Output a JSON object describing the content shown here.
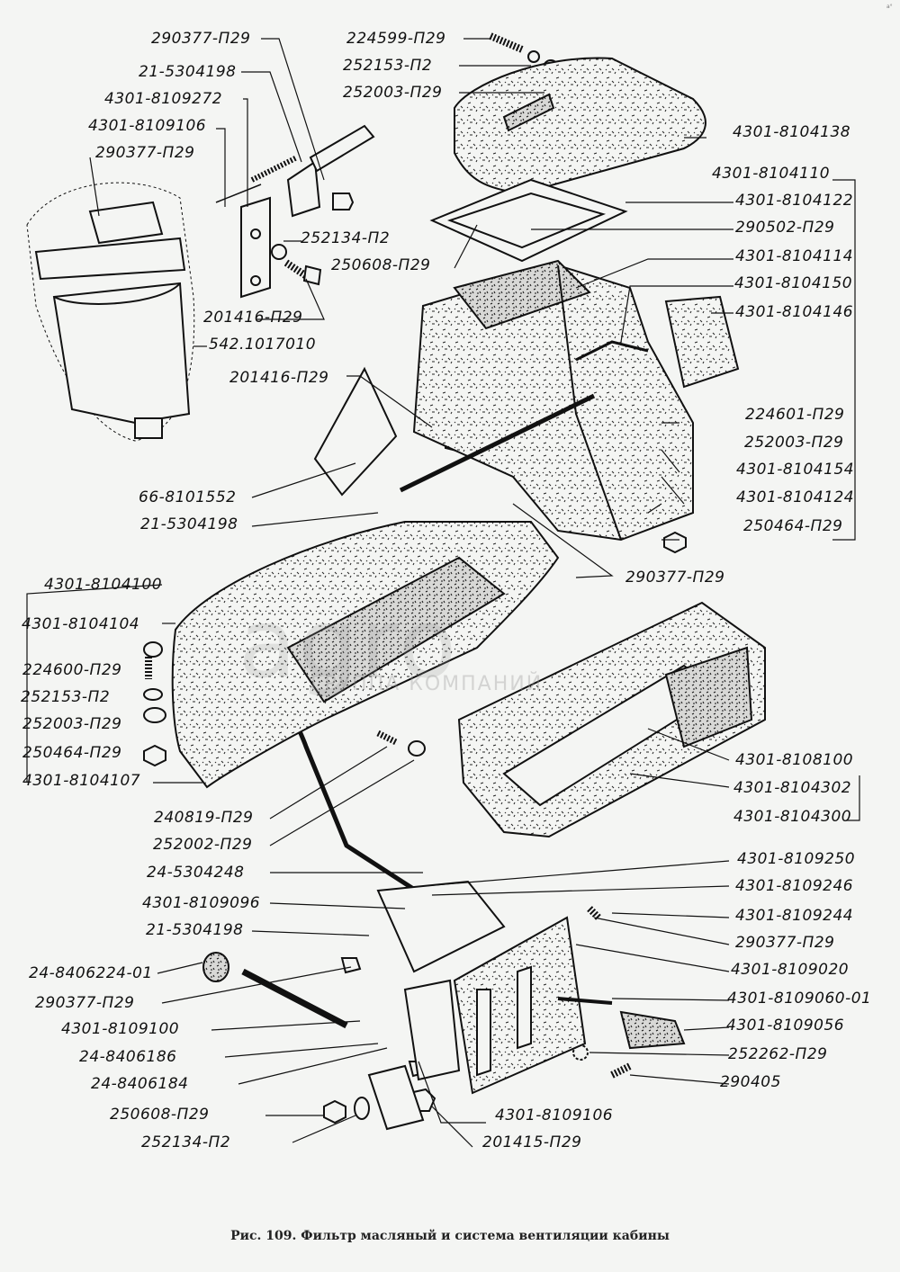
{
  "figure": {
    "caption": "Рис. 109.  Фильтр масляный и система вентиляции кабины",
    "watermark_main": "agro",
    "watermark_sub": "ГРУППА КОМПАНИЙ",
    "corner_mark": "a°"
  },
  "callouts": [
    {
      "id": "c01",
      "text": "290377-П29"
    },
    {
      "id": "c02",
      "text": "21-5304198"
    },
    {
      "id": "c03",
      "text": "4301-8109272"
    },
    {
      "id": "c04",
      "text": "4301-8109106"
    },
    {
      "id": "c05",
      "text": "290377-П29"
    },
    {
      "id": "c06",
      "text": "224599-П29"
    },
    {
      "id": "c07",
      "text": "252153-П2"
    },
    {
      "id": "c08",
      "text": "252003-П29"
    },
    {
      "id": "c09",
      "text": "4301-8104138"
    },
    {
      "id": "c10",
      "text": "4301-8104110"
    },
    {
      "id": "c11",
      "text": "4301-8104122"
    },
    {
      "id": "c12",
      "text": "290502-П29"
    },
    {
      "id": "c13",
      "text": "4301-8104114"
    },
    {
      "id": "c14",
      "text": "4301-8104150"
    },
    {
      "id": "c15",
      "text": "4301-8104146"
    },
    {
      "id": "c16",
      "text": "252134-П2"
    },
    {
      "id": "c17",
      "text": "250608-П29"
    },
    {
      "id": "c18",
      "text": "201416-П29"
    },
    {
      "id": "c19",
      "text": "542.1017010"
    },
    {
      "id": "c20",
      "text": "201416-П29"
    },
    {
      "id": "c21",
      "text": "224601-П29"
    },
    {
      "id": "c22",
      "text": "252003-П29"
    },
    {
      "id": "c23",
      "text": "4301-8104154"
    },
    {
      "id": "c24",
      "text": "4301-8104124"
    },
    {
      "id": "c25",
      "text": "250464-П29"
    },
    {
      "id": "c26",
      "text": "66-8101552"
    },
    {
      "id": "c27",
      "text": "21-5304198"
    },
    {
      "id": "c28",
      "text": "290377-П29"
    },
    {
      "id": "c29",
      "text": "4301-8104100"
    },
    {
      "id": "c30",
      "text": "4301-8104104"
    },
    {
      "id": "c31",
      "text": "224600-П29"
    },
    {
      "id": "c32",
      "text": "252153-П2"
    },
    {
      "id": "c33",
      "text": "252003-П29"
    },
    {
      "id": "c34",
      "text": "250464-П29"
    },
    {
      "id": "c35",
      "text": "4301-8104107"
    },
    {
      "id": "c36",
      "text": "4301-8108100"
    },
    {
      "id": "c37",
      "text": "4301-8104302"
    },
    {
      "id": "c38",
      "text": "4301-8104300"
    },
    {
      "id": "c39",
      "text": "240819-П29"
    },
    {
      "id": "c40",
      "text": "252002-П29"
    },
    {
      "id": "c41",
      "text": "24-5304248"
    },
    {
      "id": "c42",
      "text": "4301-8109096"
    },
    {
      "id": "c43",
      "text": "21-5304198"
    },
    {
      "id": "c44",
      "text": "24-8406224-01"
    },
    {
      "id": "c45",
      "text": "290377-П29"
    },
    {
      "id": "c46",
      "text": "4301-8109100"
    },
    {
      "id": "c47",
      "text": "24-8406186"
    },
    {
      "id": "c48",
      "text": "24-8406184"
    },
    {
      "id": "c49",
      "text": "250608-П29"
    },
    {
      "id": "c50",
      "text": "252134-П2"
    },
    {
      "id": "c51",
      "text": "4301-8109250"
    },
    {
      "id": "c52",
      "text": "4301-8109246"
    },
    {
      "id": "c53",
      "text": "4301-8109244"
    },
    {
      "id": "c54",
      "text": "290377-П29"
    },
    {
      "id": "c55",
      "text": "4301-8109020"
    },
    {
      "id": "c56",
      "text": "4301-8109060-01"
    },
    {
      "id": "c57",
      "text": "4301-8109056"
    },
    {
      "id": "c58",
      "text": "252262-П29"
    },
    {
      "id": "c59",
      "text": "290405"
    },
    {
      "id": "c60",
      "text": "4301-8109106"
    },
    {
      "id": "c61",
      "text": "201415-П29"
    }
  ]
}
